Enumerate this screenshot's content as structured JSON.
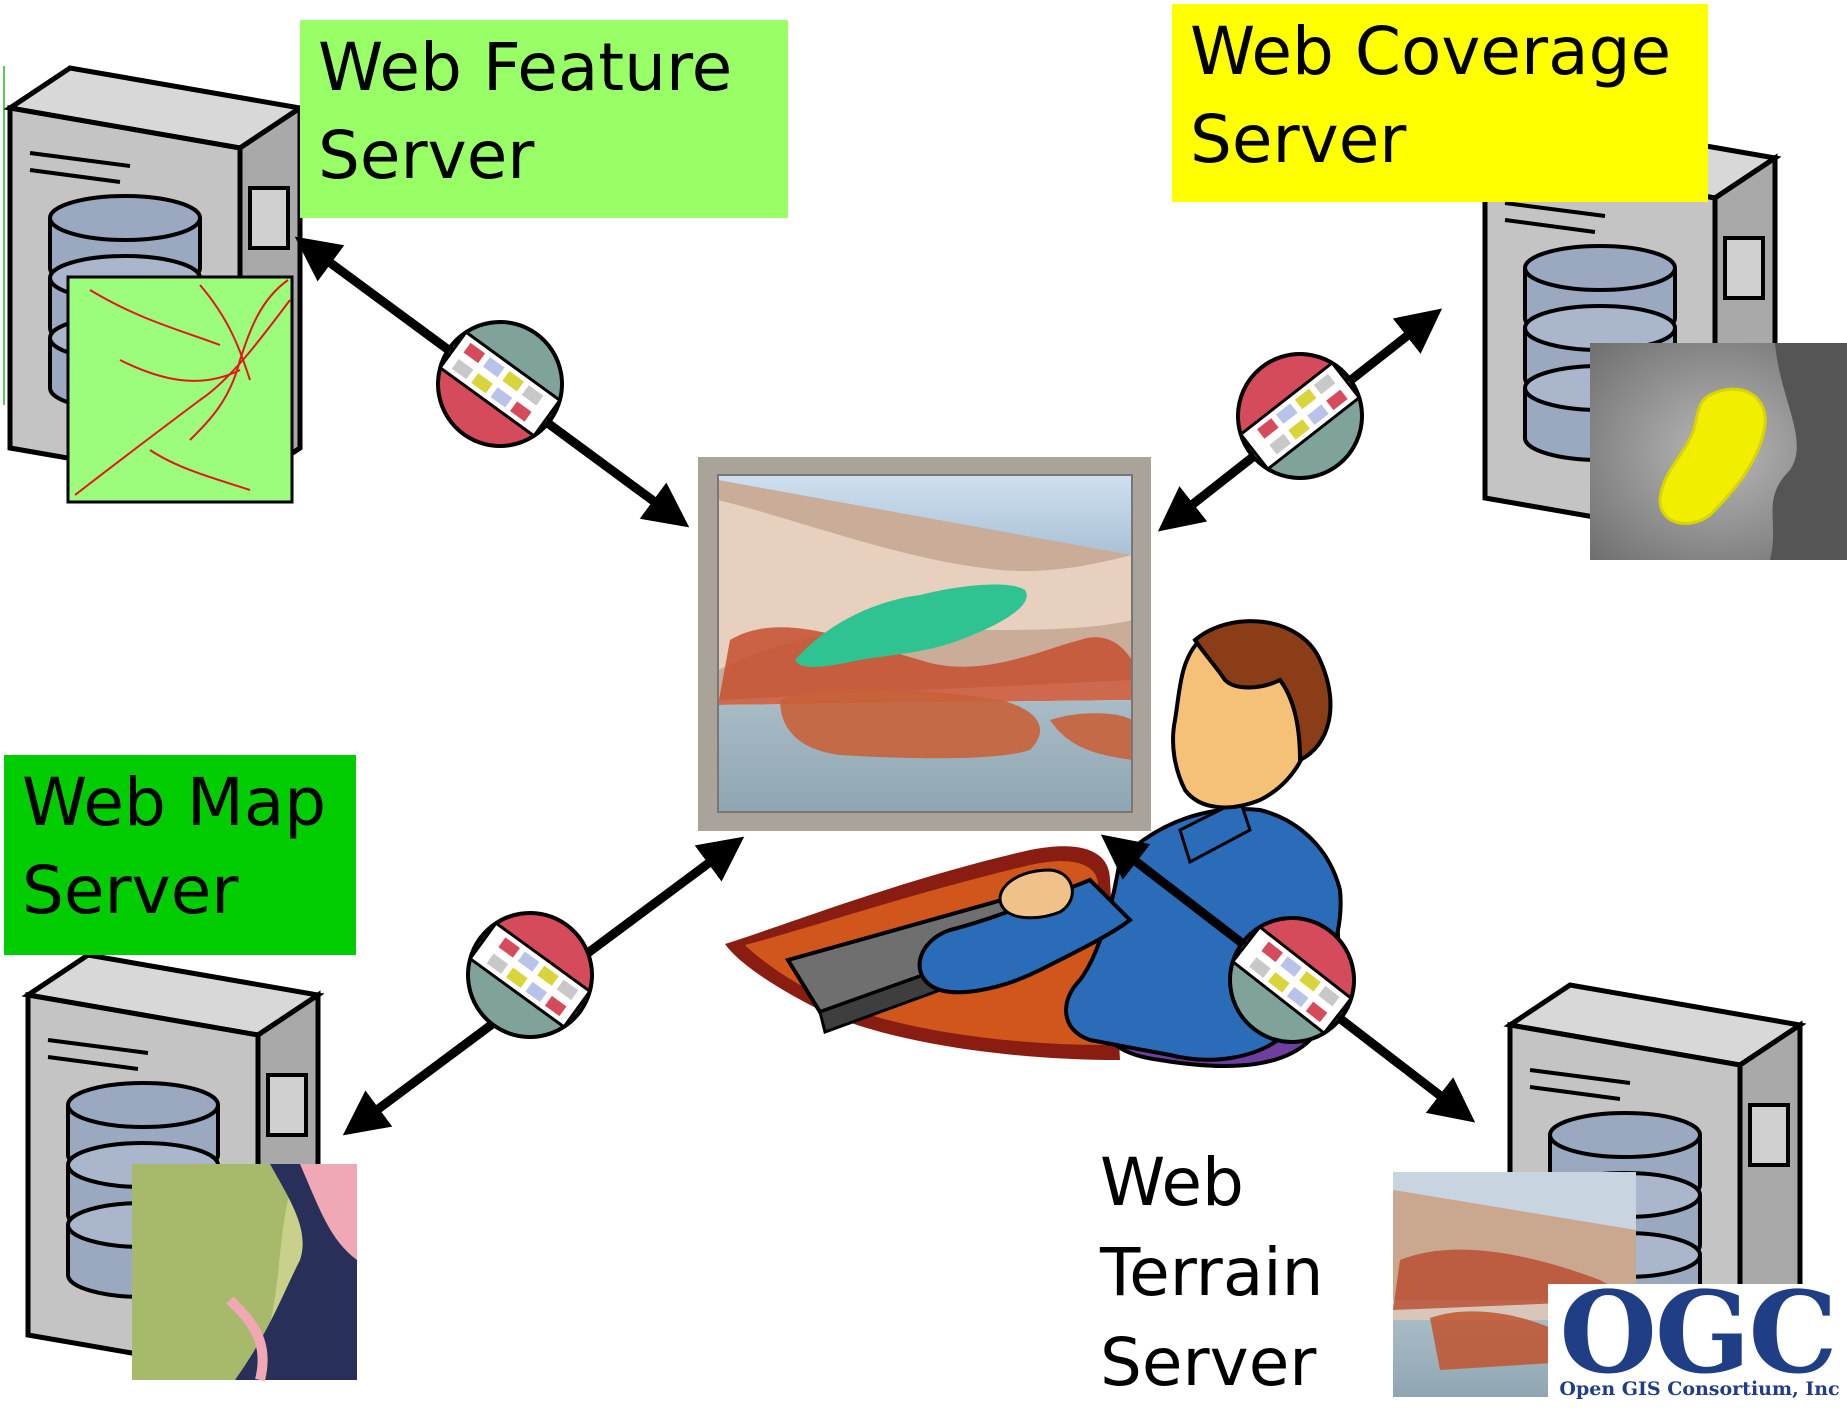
{
  "diagram": {
    "servers": {
      "feature": {
        "line1": "Web Feature",
        "line2": "Server"
      },
      "coverage": {
        "line1": "Web Coverage",
        "line2": "Server"
      },
      "map": {
        "line1": "Web Map",
        "line2": "Server"
      },
      "terrain": {
        "line1": "Web",
        "line2": "Terrain",
        "line3": "Server"
      }
    },
    "logo": {
      "letters": "OGC",
      "subtitle": "Open GIS Consortium, Inc"
    },
    "icons": {
      "server": "server-tower-icon",
      "connector": "interface-plug-icon",
      "user": "user-at-desk-icon",
      "display": "terrain-display-icon"
    },
    "colors": {
      "feature_label": "#99ff66",
      "coverage_label": "#ffff00",
      "map_label": "#00cc00",
      "arrow": "#000000",
      "plug_teal": "#7fa39a",
      "plug_red": "#d64b5c",
      "ogc_blue": "#1f3e86"
    }
  }
}
